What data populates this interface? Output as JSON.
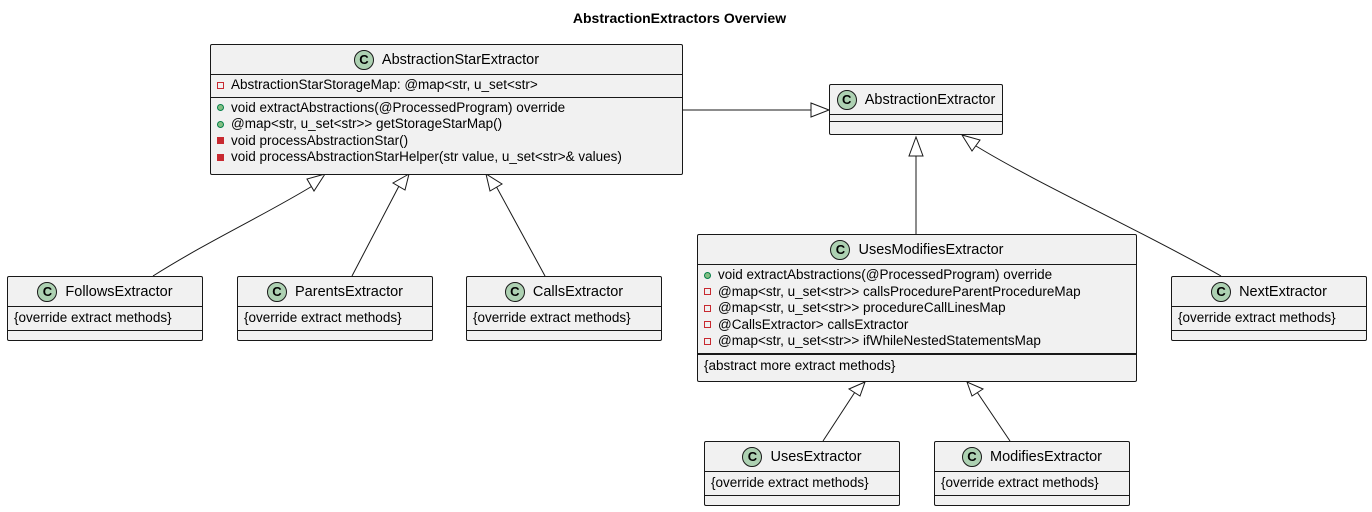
{
  "title": "AbstractionExtractors Overview",
  "icon_letter": "C",
  "colors": {
    "class_fill": "#f1f1f1",
    "class_border": "#181818",
    "icon_fill": "#add1b2",
    "public_marker": "#84be84",
    "private_marker": "#c82930"
  },
  "classes": {
    "abstraction_star_extractor": {
      "name": "AbstractionStarExtractor",
      "fields": [
        "AbstractionStarStorageMap: @map<str, u_set<str>"
      ],
      "methods": [
        "void extractAbstractions(@ProcessedProgram) override",
        "@map<str, u_set<str>> getStorageStarMap()",
        "void processAbstractionStar()",
        "void processAbstractionStarHelper(str value, u_set<str>& values)"
      ]
    },
    "abstraction_extractor": {
      "name": "AbstractionExtractor"
    },
    "follows_extractor": {
      "name": "FollowsExtractor",
      "body": "{override extract methods}"
    },
    "parents_extractor": {
      "name": "ParentsExtractor",
      "body": "{override extract methods}"
    },
    "calls_extractor": {
      "name": "CallsExtractor",
      "body": "{override extract methods}"
    },
    "uses_modifies_extractor": {
      "name": "UsesModifiesExtractor",
      "members": [
        "void extractAbstractions(@ProcessedProgram) override",
        "@map<str, u_set<str>> callsProcedureParentProcedureMap",
        "@map<str, u_set<str>> procedureCallLinesMap",
        "@CallsExtractor> callsExtractor",
        "@map<str, u_set<str>> ifWhileNestedStatementsMap"
      ],
      "body": "{abstract more extract methods}"
    },
    "next_extractor": {
      "name": "NextExtractor",
      "body": "{override extract methods}"
    },
    "uses_extractor": {
      "name": "UsesExtractor",
      "body": "{override extract methods}"
    },
    "modifies_extractor": {
      "name": "ModifiesExtractor",
      "body": "{override extract methods}"
    }
  }
}
